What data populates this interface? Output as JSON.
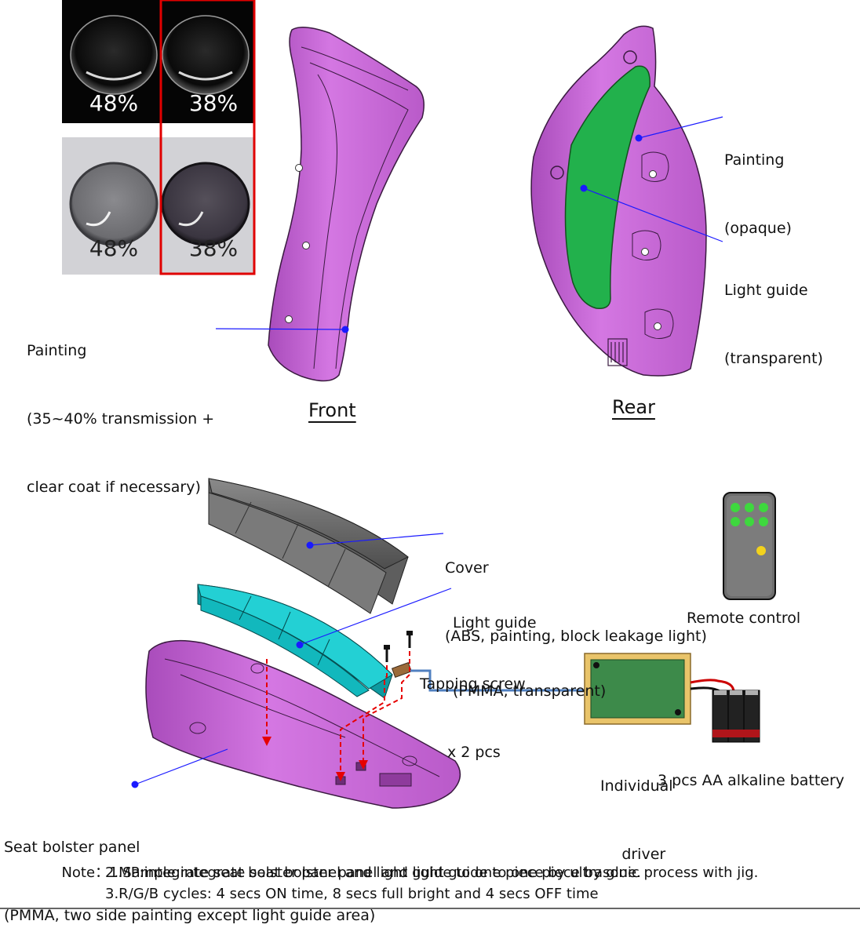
{
  "samples": {
    "top_left_pct": "48%",
    "top_right_pct": "38%",
    "bottom_left_pct": "48%",
    "bottom_right_pct": "38%"
  },
  "front": {
    "heading": "Front",
    "painting_label": [
      "Painting",
      "(35~40% transmission +",
      "clear coat if necessary)"
    ]
  },
  "rear": {
    "heading": "Rear",
    "painting_label": [
      "Painting",
      "(opaque)"
    ],
    "light_guide_label": [
      "Light guide",
      "(transparent)"
    ]
  },
  "assembly": {
    "cover_label": [
      "Cover",
      "(ABS, painting, block leakage light)"
    ],
    "light_guide_label": [
      "Light guide",
      "(PMMA, transparent)"
    ],
    "screw_label": [
      "Tapping screw",
      "x 2 pcs"
    ],
    "remote_label": "Remote control",
    "driver_label": [
      "Individual",
      "driver"
    ],
    "battery_label": "3 pcs AA alkaline battery",
    "panel_label": [
      "Seat bolster panel",
      "(PMMA, two side painting except light guide area)"
    ]
  },
  "note": {
    "prefix": "Note：",
    "lines": [
      "1.Sample:integrate seat bolster panel and light guide to one piece by glue.",
      "2.MP:integrate seat bolster panel and light guide to one piece by ultrasonic process with jig.",
      "3.R/G/B cycles: 4 secs ON time, 8 secs full bright and 4 secs OFF time"
    ]
  },
  "colors": {
    "panel_purple": "#c764d6",
    "light_guide_green": "#22b14c",
    "light_guide_cyan": "#1ec8cc",
    "cover_gray": "#6d6d6d",
    "leader_blue": "#1a1aff",
    "arrow_red": "#e60000",
    "frame_red": "#e00000"
  }
}
